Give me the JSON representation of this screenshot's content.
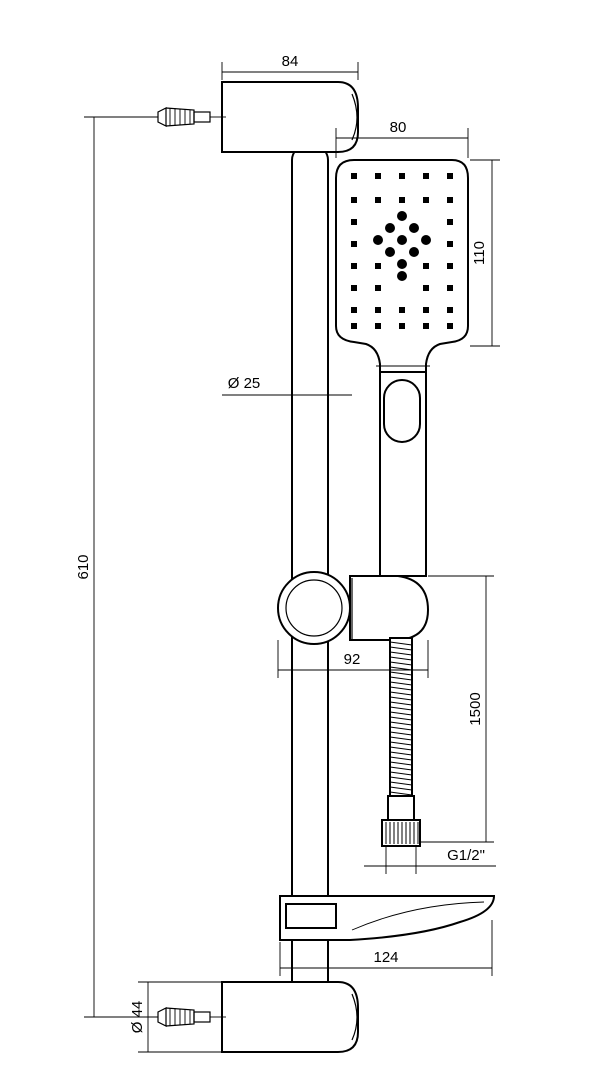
{
  "dimensions": {
    "top_bracket_width": "84",
    "head_width": "80",
    "head_height": "110",
    "rail_diameter": "Ø 25",
    "total_height": "610",
    "slider_width": "92",
    "hose_length": "1500",
    "thread": "G1/2\"",
    "soap_dish_width": "124",
    "bracket_diameter": "Ø 44"
  }
}
